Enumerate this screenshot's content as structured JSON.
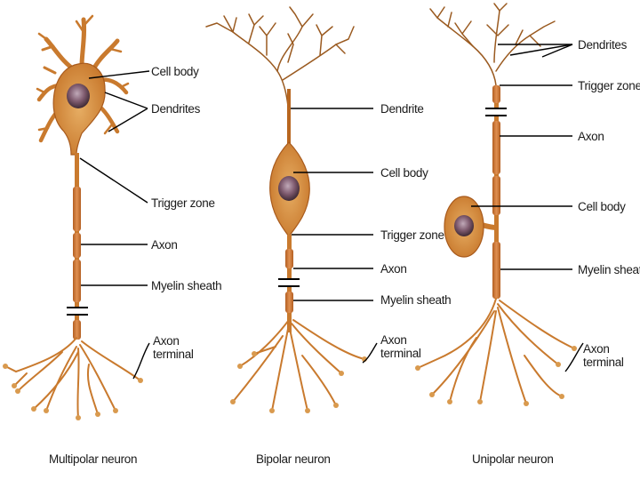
{
  "neurons": {
    "multipolar": {
      "caption": "Multipolar neuron",
      "labels": {
        "cell_body": "Cell body",
        "dendrites": "Dendrites",
        "trigger_zone": "Trigger zone",
        "axon": "Axon",
        "myelin_sheath": "Myelin sheath",
        "axon_terminal": "Axon\nterminal"
      }
    },
    "bipolar": {
      "caption": "Bipolar neuron",
      "labels": {
        "dendrite": "Dendrite",
        "cell_body": "Cell body",
        "trigger_zone": "Trigger zone",
        "axon": "Axon",
        "myelin_sheath": "Myelin sheath",
        "axon_terminal": "Axon\nterminal"
      }
    },
    "unipolar": {
      "caption": "Unipolar neuron",
      "labels": {
        "dendrites": "Dendrites",
        "trigger_zone": "Trigger zone",
        "axon": "Axon",
        "cell_body": "Cell body",
        "myelin_sheath": "Myelin sheath",
        "axon_terminal": "Axon\nterminal"
      }
    }
  },
  "colors": {
    "membrane": "#b8661f",
    "cytoplasm": "#d99a4e",
    "myelin": "#cf7a3a",
    "nucleus": "#6b4a5e",
    "leader": "#000000"
  }
}
